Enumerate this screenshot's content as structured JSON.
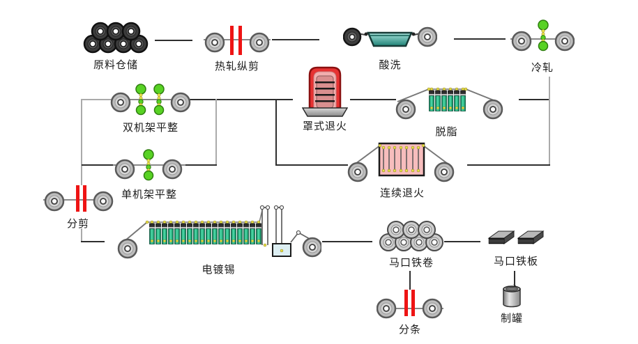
{
  "stations": [
    {
      "id": "raw-material-storage",
      "label": "原料仓储"
    },
    {
      "id": "hot-rolled-slitting",
      "label": "热轧纵剪"
    },
    {
      "id": "pickling",
      "label": "酸洗"
    },
    {
      "id": "cold-rolling",
      "label": "冷轧"
    },
    {
      "id": "two-stand-temper-mill",
      "label": "双机架平整"
    },
    {
      "id": "bell-annealing",
      "label": "罩式退火"
    },
    {
      "id": "degreasing",
      "label": "脱脂"
    },
    {
      "id": "single-stand-temper-mill",
      "label": "单机架平整"
    },
    {
      "id": "continuous-annealing",
      "label": "连续退火"
    },
    {
      "id": "slitting",
      "label": "分剪"
    },
    {
      "id": "electro-tinning",
      "label": "电镀锡"
    },
    {
      "id": "tinplate-coil",
      "label": "马口铁卷"
    },
    {
      "id": "tinplate-sheet",
      "label": "马口铁板"
    },
    {
      "id": "strip-cutting",
      "label": "分条"
    },
    {
      "id": "can-making",
      "label": "制罐"
    }
  ],
  "colors": {
    "slitter_blade": "#ee1414",
    "bell_furnace_red": "#e63232",
    "anneal_box_pink": "#f7bdbd",
    "cell_green": "#19b27c",
    "roller_stack_green": "#58d224",
    "pickle_tank_teal": "#2a9a8c",
    "connector_dark": "#2e2e2e",
    "connector_light": "#aaaaaa"
  }
}
